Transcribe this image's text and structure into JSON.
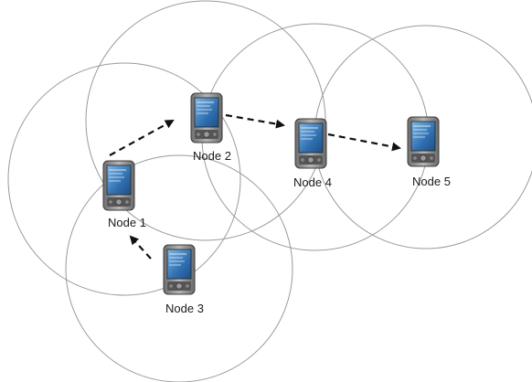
{
  "nodes": [
    {
      "id": "n1",
      "label": "Node 1",
      "icon": "pda-device-icon"
    },
    {
      "id": "n2",
      "label": "Node 2",
      "icon": "pda-device-icon"
    },
    {
      "id": "n3",
      "label": "Node 3",
      "icon": "pda-device-icon"
    },
    {
      "id": "n4",
      "label": "Node 4",
      "icon": "pda-device-icon"
    },
    {
      "id": "n5",
      "label": "Node 5",
      "icon": "pda-device-icon"
    }
  ],
  "links": [
    {
      "from": "Node 3",
      "to": "Node 1",
      "style": "dashed-arrow"
    },
    {
      "from": "Node 1",
      "to": "Node 2",
      "style": "dashed-arrow"
    },
    {
      "from": "Node 2",
      "to": "Node 4",
      "style": "dashed-arrow"
    },
    {
      "from": "Node 4",
      "to": "Node 5",
      "style": "dashed-arrow"
    }
  ],
  "colors": {
    "range_circle": "#9a9a9a",
    "arrow": "#111111",
    "device_body": "#8c8c8c",
    "device_screen": "#3b7fc0"
  }
}
